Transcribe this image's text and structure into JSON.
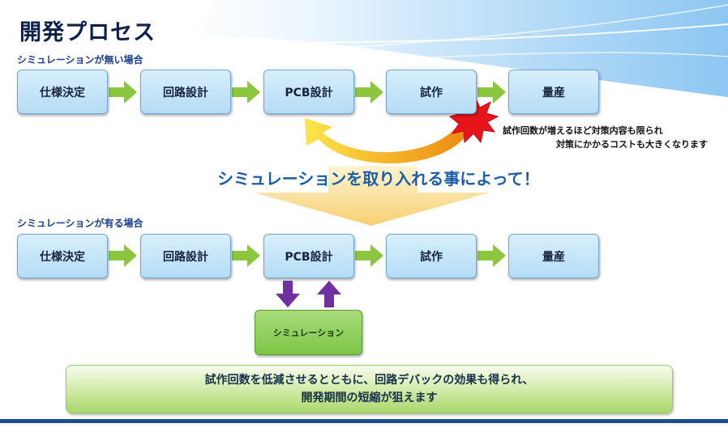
{
  "title": "開発プロセス",
  "without_sim": {
    "label": "シミュレーションが無い場合",
    "steps": [
      "仕様決定",
      "回路設計",
      "PCB設計",
      "試作",
      "量産"
    ],
    "note_line1": "試作回数が増えるほど対策内容も限られ",
    "note_line2": "対策にかかるコストも大きくなります"
  },
  "headline": "シミュレーションを取り入れる事によって！",
  "with_sim": {
    "label": "シミュレーションが有る場合",
    "steps": [
      "仕様決定",
      "回路設計",
      "PCB設計",
      "試作",
      "量産"
    ],
    "simulation": "シミュレーション"
  },
  "summary": {
    "line1": "試作回数を低減させるとともに、回路デバックの効果も得られ、",
    "line2": "開発期間の短縮が狙えます"
  },
  "colors": {
    "step_fill": "#c6e6f9",
    "flow_arrow": "#8cc63f",
    "loop_arrow": "#f2a81d",
    "burst": "#e8141b",
    "sim_arrow": "#7030a0",
    "title": "#0d1f4a"
  }
}
